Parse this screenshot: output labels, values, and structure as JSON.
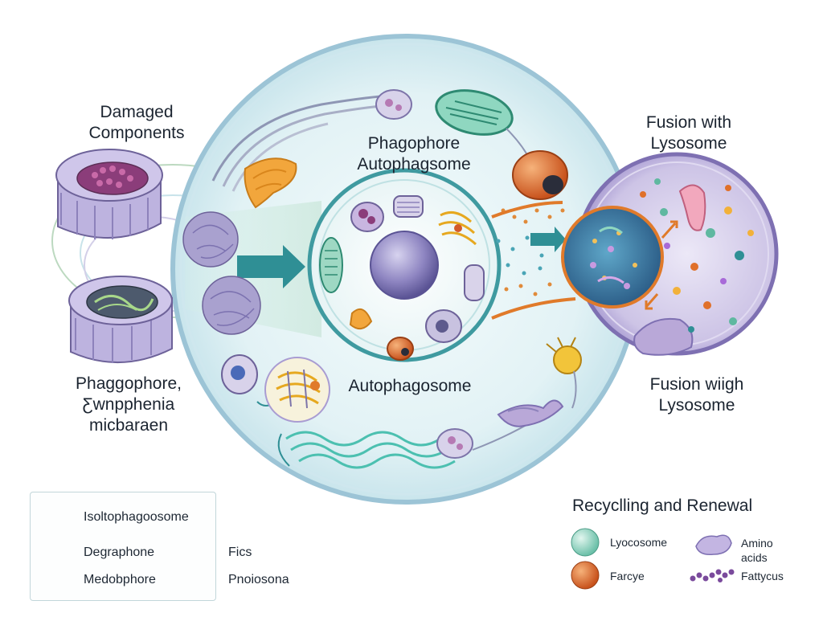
{
  "labels": {
    "damaged": [
      "Damaged",
      "Components"
    ],
    "phagophore_top": [
      "Phagophore",
      "Autophagsome"
    ],
    "fusion_top": [
      "Fusion with",
      "Lysosome"
    ],
    "phagophore_left": [
      "Phaggophore,",
      "Ƹwnpphenia",
      "micbaraen"
    ],
    "autophagosome": "Autophagosome",
    "fusion_bottom": [
      "Fusion wiigh",
      "Lysosome"
    ]
  },
  "legend": {
    "items": [
      {
        "label": "Isoltophagoosome",
        "icon": "dark-sphere-icon",
        "color": "#3c4f8c"
      },
      {
        "label": "Degraphone",
        "icon": "green-organelle-icon",
        "color": "#8fbf8a"
      },
      {
        "label": "Medobphore",
        "icon": "molecule-cluster-icon",
        "color": "#e0a23a"
      },
      {
        "label": "Fics",
        "icon": "ring-molecule-icon",
        "color": "#c25a3a"
      },
      {
        "label": "Pnoiosona",
        "icon": "chain-molecule-icon",
        "color": "#3a7fa0"
      }
    ]
  },
  "recycling": {
    "title": "Recyclling and Renewal",
    "items": [
      {
        "label": "Lyocosome",
        "icon": "teal-sphere-icon",
        "color": "#8fd3c2"
      },
      {
        "label": "Amino acids",
        "lines": [
          "Amino",
          "acids"
        ],
        "icon": "purple-blob-icon",
        "color": "#b9a8d8"
      },
      {
        "label": "Farcye",
        "icon": "orange-sphere-icon",
        "color": "#e0702a"
      },
      {
        "label": "Fattycus",
        "icon": "bead-chain-icon",
        "color": "#7a4a9c"
      }
    ]
  },
  "colors": {
    "cell_border": "#9cc4d6",
    "cytoplasm": "#dff0f4",
    "lysosome": "#c9c0e3",
    "arrow_teal": "#2f8f95",
    "arrow_orange": "#e07a2a"
  }
}
